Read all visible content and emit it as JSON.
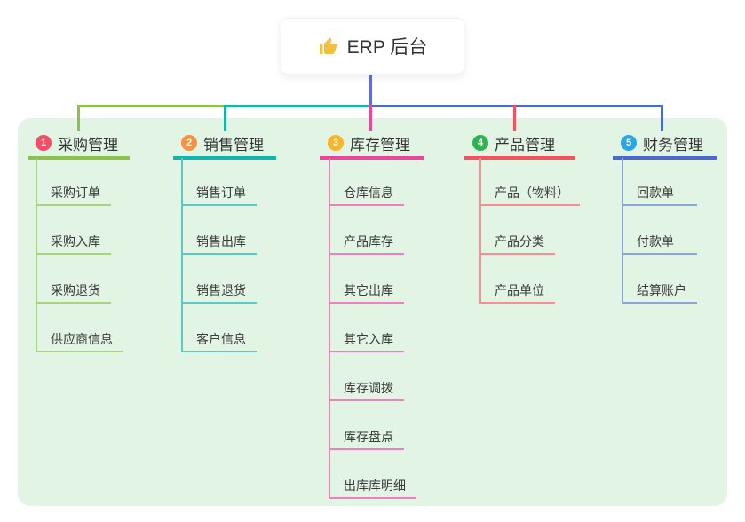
{
  "root": {
    "title": "ERP 后台",
    "icon": "thumbs-up-icon",
    "connector_color": "#5f6ed8"
  },
  "panel": {
    "background": "#e2f4e4"
  },
  "branches": [
    {
      "num": "1",
      "name": "采购管理",
      "badge_color": "#ef4f67",
      "line_color": "#8ac24d",
      "child_line_color": "#a9d37e",
      "children": [
        "采购订单",
        "采购入库",
        "采购退货",
        "供应商信息"
      ]
    },
    {
      "num": "2",
      "name": "销售管理",
      "badge_color": "#f69243",
      "line_color": "#13b5ab",
      "child_line_color": "#5ec9c0",
      "children": [
        "销售订单",
        "销售出库",
        "销售退货",
        "客户信息"
      ]
    },
    {
      "num": "3",
      "name": "库存管理",
      "badge_color": "#f7b42c",
      "line_color": "#e8489b",
      "child_line_color": "#f07fbd",
      "children": [
        "仓库信息",
        "产品库存",
        "其它出库",
        "其它入库",
        "库存调拨",
        "库存盘点",
        "出库库明细"
      ]
    },
    {
      "num": "4",
      "name": "产品管理",
      "badge_color": "#2fb454",
      "line_color": "#f1545c",
      "child_line_color": "#f58f93",
      "children": [
        "产品（物料）",
        "产品分类",
        "产品单位"
      ]
    },
    {
      "num": "5",
      "name": "财务管理",
      "badge_color": "#2ba6e2",
      "line_color": "#4a6bc9",
      "child_line_color": "#8ba4da",
      "children": [
        "回款单",
        "付款单",
        "结算账户"
      ]
    }
  ]
}
